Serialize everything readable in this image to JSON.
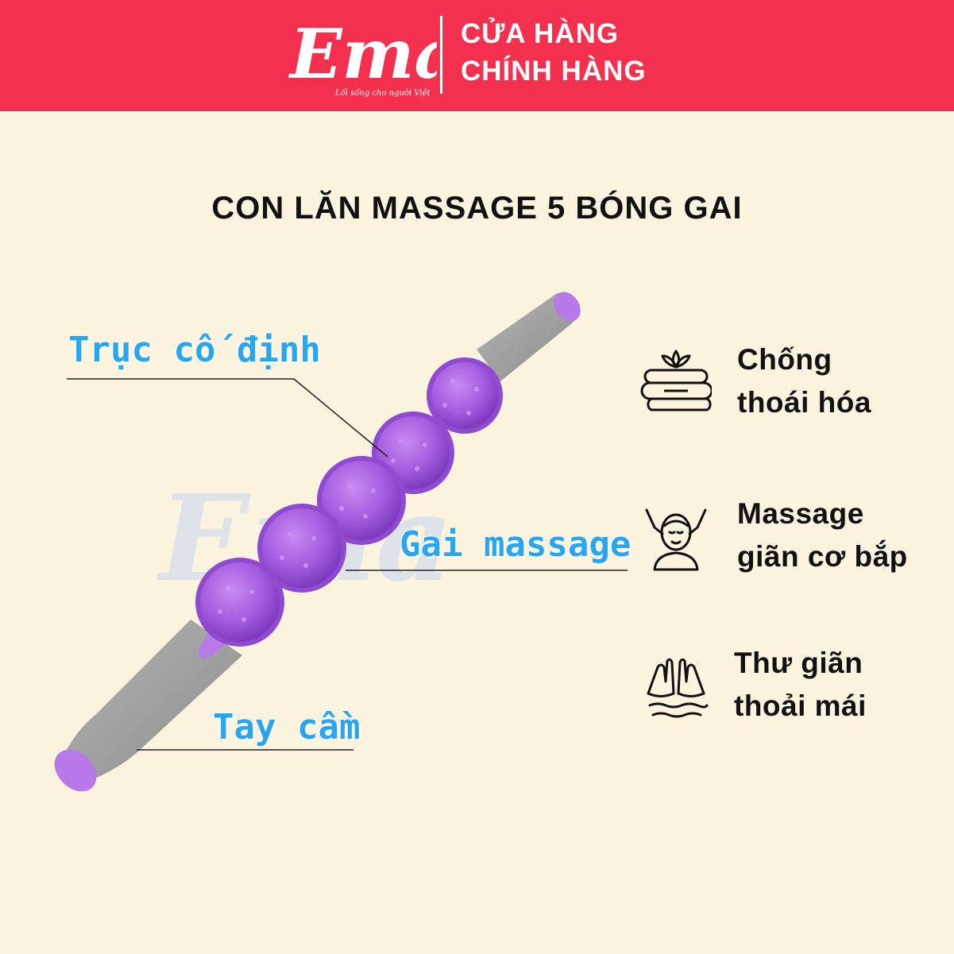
{
  "header": {
    "logo_text": "Ema",
    "logo_tagline": "Lối sống cho người Việt",
    "line1": "CỬA HÀNG",
    "line2": "CHÍNH HÀNG"
  },
  "title": "CON LĂN MASSAGE 5 BÓNG GAI",
  "product": {
    "callouts": [
      "Trục cố định",
      "Gai massage",
      "Tay cầm"
    ],
    "colors": {
      "ball": "#a75fe0",
      "handle": "#a0a0a0",
      "cap": "#b77ae8",
      "callout": "#2aa6ef"
    }
  },
  "features": [
    {
      "icon": "towel-lotus-icon",
      "line1": "Chống",
      "line2": "thoái hóa"
    },
    {
      "icon": "face-massage-icon",
      "line1": "Massage",
      "line2": "giãn cơ bắp"
    },
    {
      "icon": "hands-relax-icon",
      "line1": "Thư giãn",
      "line2": "thoải mái"
    }
  ],
  "brand_colors": {
    "banner": "#f4304f",
    "background": "#fdf4e0"
  }
}
